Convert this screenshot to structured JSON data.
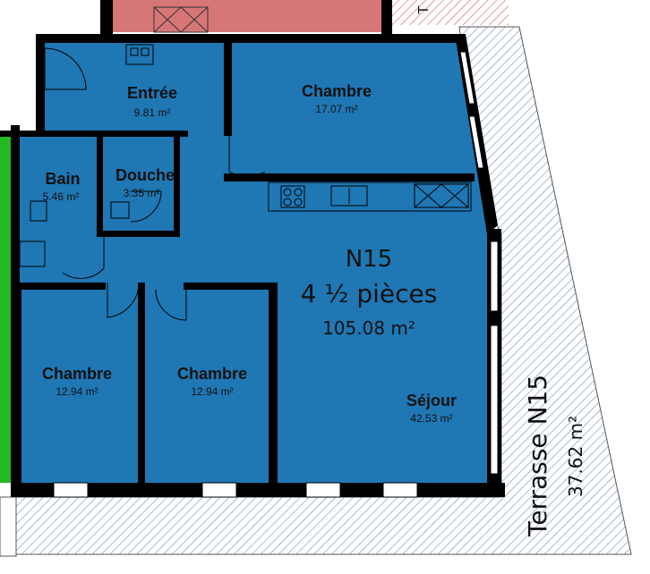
{
  "unit": {
    "code": "N15",
    "rooms_label": "4 ½ pièces",
    "total_area": "105.08 m²"
  },
  "rooms": {
    "entree": {
      "name": "Entrée",
      "area": "9.81 m²"
    },
    "chambre_top": {
      "name": "Chambre",
      "area": "17.07 m²"
    },
    "bain": {
      "name": "Bain",
      "area": "5.46 m²"
    },
    "douche": {
      "name": "Douche",
      "area": "3.35 m²"
    },
    "chambre_left": {
      "name": "Chambre",
      "area": "12.94 m²"
    },
    "chambre_mid": {
      "name": "Chambre",
      "area": "12.94 m²"
    },
    "sejour": {
      "name": "Séjour",
      "area": "42.53 m²"
    }
  },
  "terrace": {
    "name": "Terrasse N15",
    "area": "37.62 m²"
  },
  "colors": {
    "apartment": "#1f77b4",
    "neighbor_top": "#d77676",
    "neighbor_left": "#22bb22",
    "walls": "#000000",
    "hatch": "#6c8fb4"
  }
}
